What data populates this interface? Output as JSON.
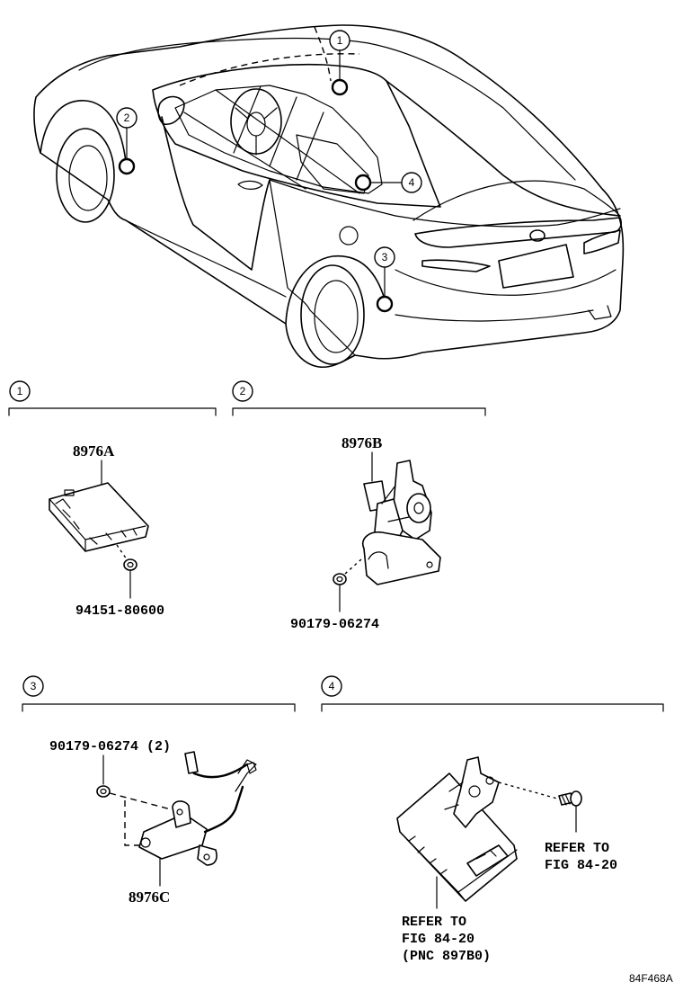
{
  "callouts": [
    "1",
    "2",
    "3",
    "4"
  ],
  "sections": [
    {
      "number": "1",
      "part_label": "8976A",
      "fastener_label": "94151-80600"
    },
    {
      "number": "2",
      "part_label": "8976B",
      "fastener_label": "90179-06274"
    },
    {
      "number": "3",
      "part_label": "8976C",
      "fastener_label": "90179-06274 (2)"
    },
    {
      "number": "4",
      "refer_ecu": [
        "REFER TO",
        "FIG 84-20",
        "(PNC 897B0)"
      ],
      "refer_bolt": [
        "REFER TO",
        "FIG 84-20"
      ]
    }
  ],
  "figure_code": "84F468A"
}
